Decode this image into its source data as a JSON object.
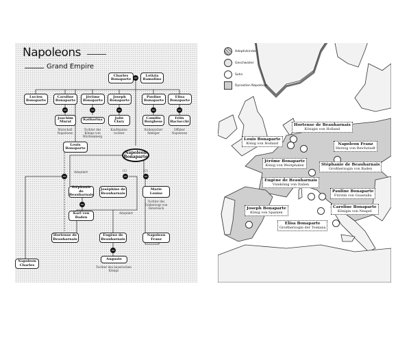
{
  "title": {
    "line1": "Napoleons",
    "line2": "Grand Empire"
  },
  "tree": {
    "parents": {
      "father": "Charles Bonaparte",
      "mother": "Letizia Ramolino"
    },
    "marriage_symbol": "oo",
    "siblings": [
      "Lucien Bonaparte",
      "Caroline Bonaparte",
      "Jérôme Bonaparte",
      "Joseph Bonaparte",
      "Pauline Bonaparte",
      "Elisa Bonaparte",
      "Louis Bonaparte"
    ],
    "spouses": [
      {
        "name": "Joachim Murat",
        "caption": "Marschall Napoleons"
      },
      {
        "name": "Katharina",
        "caption": "Tochter des Königs von Württemberg"
      },
      {
        "name": "Julie Clary",
        "caption": "Kaufmanns-tochter"
      },
      {
        "name": "Camillo Borghese",
        "caption": "Italienischer Adeliger"
      },
      {
        "name": "Félix Baciocchi",
        "caption": "Offizier Napoleons"
      }
    ],
    "napoleon": "Napoleon Bonaparte",
    "adopted_label": "Adoptiert",
    "marriage_numbers": [
      "(1)",
      "(2)"
    ],
    "stephanie": "Stéphanie de Beauharnais",
    "josephine": "Joséphine de Beauharnais",
    "marie_louise": {
      "name": "Marie Louise",
      "caption": "Tochter des Erzherzogs von Österreich"
    },
    "karl": "Karl von Baden",
    "hortense": "Hortense de Beauharnais",
    "eugene": "Eugène de Beauharnais",
    "napoleon_franz": "Napoleon Franz",
    "auguste": {
      "name": "Auguste",
      "caption": "Tochter des bayerischen Königs"
    },
    "napoleon_charles": "Napoleon Charles"
  },
  "map": {
    "legend": [
      "Adoptivkinder",
      "Geschwister",
      "Sohn",
      "Dynastien Napoleons"
    ],
    "colors": {
      "dynasty": "#cfcfcf",
      "land": "#f2f2f2",
      "shadow": "#333333"
    },
    "labels": [
      {
        "name": "Hortense de Beauharnais",
        "title": "Königin von Holland"
      },
      {
        "name": "Louis Bonaparte",
        "title": "König von Holland"
      },
      {
        "name": "Napoleon Franz",
        "title": "Herzog von Reichstadt"
      },
      {
        "name": "Jérôme Bonaparte",
        "title": "König von Westphalen"
      },
      {
        "name": "Stéphanie de Beauharnais",
        "title": "Großherzogin von Baden"
      },
      {
        "name": "Eugène de Beauharnais",
        "title": "Vizekönig von Italien"
      },
      {
        "name": "Pauline Bonaparte",
        "title": "Fürstin von Guastalla"
      },
      {
        "name": "Caroline Bonaparte",
        "title": "Königin von Neapel"
      },
      {
        "name": "Joseph Bonaparte",
        "title": "König von Spanien"
      },
      {
        "name": "Elisa Bonaparte",
        "title": "Großherzogin der Toskana"
      }
    ]
  }
}
